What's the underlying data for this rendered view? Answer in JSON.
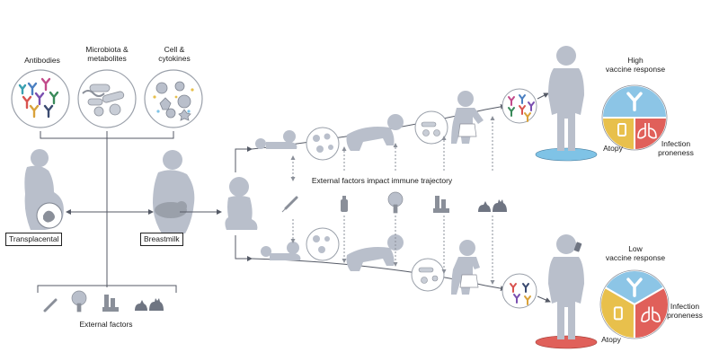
{
  "sources": {
    "antibodies": "Antibodies",
    "microbiota_line1": "Microbiota &",
    "microbiota_line2": "metabolites",
    "cells_line1": "Cell &",
    "cells_line2": "cytokines"
  },
  "routes": {
    "transplacental": "Transplacental",
    "breastmilk": "Breastmilk"
  },
  "external_factors": "External factors",
  "trajectory_text": "External factors impact immune trajectory",
  "outcomes": {
    "high": {
      "line1": "High",
      "line2": "vaccine response",
      "atopy": "Atopy",
      "infection_line1": "Infection",
      "infection_line2": "proneness"
    },
    "low": {
      "line1": "Low",
      "line2": "vaccine response",
      "atopy": "Atopy",
      "infection_line1": "Infection",
      "infection_line2": "proneness"
    }
  },
  "pie": {
    "high": {
      "vaccine_fraction": 0.5,
      "atopy_fraction": 0.25,
      "infection_fraction": 0.25
    },
    "low": {
      "vaccine_fraction": 0.333,
      "atopy_fraction": 0.333,
      "infection_fraction": 0.334
    }
  },
  "colors": {
    "silhouette": "#b9bfcb",
    "vaccine": "#8cc5e6",
    "atopy": "#e8c04c",
    "infection": "#e0605a",
    "high_platform": "#7fc3e6",
    "low_platform": "#e0605a",
    "line": "#555a66"
  },
  "icons": [
    "syringe-icon",
    "tree-icon",
    "factory-icon",
    "dog-cat-icon",
    "bottle-icon"
  ]
}
